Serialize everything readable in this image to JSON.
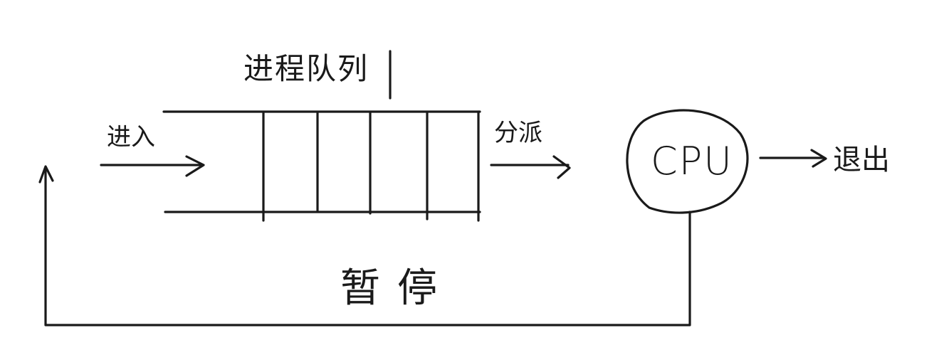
{
  "diagram": {
    "queue_label": "进程队列",
    "enter_label": "进入",
    "dispatch_label": "分派",
    "cpu_label": "CPU",
    "exit_label": "退出",
    "pause_label": "暂停"
  }
}
